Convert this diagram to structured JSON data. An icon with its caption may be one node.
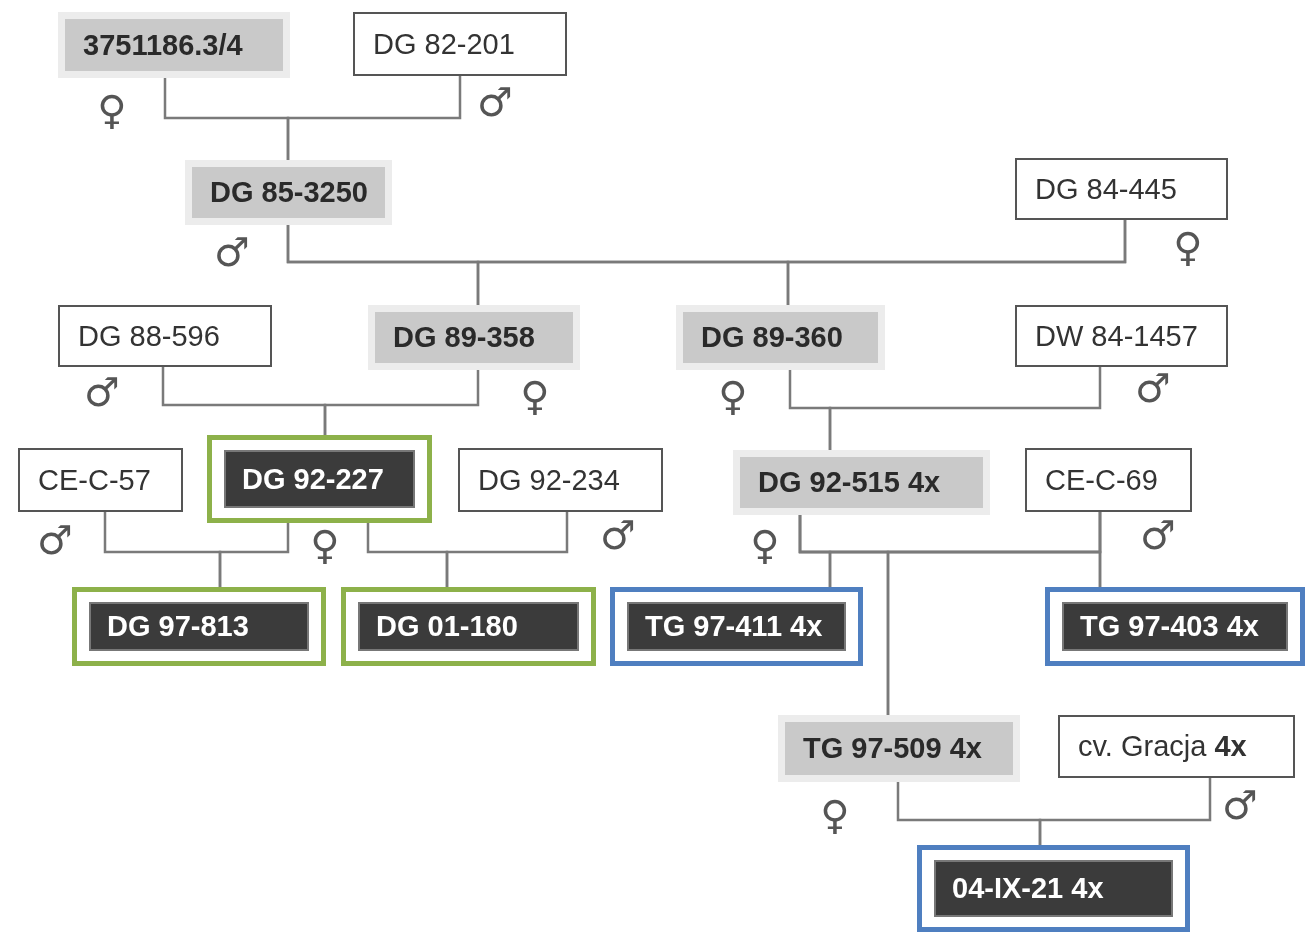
{
  "diagram": {
    "nodes": [
      {
        "text": [
          "3751186.3/4"
        ],
        "beside": [
          "♀"
        ]
      },
      {
        "text": [
          "DG 82-201"
        ],
        "beside": [
          "♂"
        ]
      },
      {
        "text": [
          "DG 85-3250"
        ],
        "beside": [
          "♂"
        ]
      },
      {
        "text": [
          "DG 84-445"
        ],
        "beside": [
          "♀"
        ]
      },
      {
        "text": [
          "DG 88-596"
        ],
        "beside": [
          "♂"
        ]
      },
      {
        "text": [
          "DG 89-358"
        ],
        "beside": [
          "♀"
        ]
      },
      {
        "text": [
          "DG 89-360"
        ],
        "beside": [
          "♀"
        ]
      },
      {
        "text": [
          "DW 84-1457"
        ],
        "beside": [
          "♂"
        ]
      },
      {
        "text": [
          "CE-C-57"
        ],
        "beside": [
          "♂"
        ]
      },
      {
        "text": [
          "DG 92-227"
        ],
        "beside": [
          "♀"
        ]
      },
      {
        "text": [
          "DG 92-234"
        ],
        "beside": [
          "♂"
        ]
      },
      {
        "text": [
          "DG 92-515 4x"
        ],
        "beside": [
          "♀"
        ]
      },
      {
        "text": [
          "CE-C-69"
        ],
        "beside": [
          "♂"
        ]
      },
      {
        "text": [
          "DG 97-813"
        ]
      },
      {
        "text": [
          "DG 01-180"
        ]
      },
      {
        "text": [
          "TG 97-411 4x"
        ]
      },
      {
        "text": [
          "TG 97-403 4x"
        ]
      },
      {
        "text": [
          "TG 97-509 4x"
        ],
        "beside": [
          "♀"
        ]
      },
      {
        "text": [
          "cv. Gracja **4x**"
        ],
        "beside": [
          "♂"
        ]
      },
      {
        "text": [
          "04-IX-21 4x"
        ]
      }
    ],
    "edges": [
      {
        "from": 0,
        "to": 2,
        "arrow": "none"
      },
      {
        "from": 1,
        "to": 2,
        "arrow": "none"
      },
      {
        "from": 2,
        "to": 5,
        "arrow": "none"
      },
      {
        "from": 3,
        "to": 5,
        "arrow": "none"
      },
      {
        "from": 2,
        "to": 6,
        "arrow": "none"
      },
      {
        "from": 3,
        "to": 6,
        "arrow": "none"
      },
      {
        "from": 4,
        "to": 9,
        "arrow": "none"
      },
      {
        "from": 5,
        "to": 9,
        "arrow": "none"
      },
      {
        "from": 6,
        "to": 11,
        "arrow": "none"
      },
      {
        "from": 7,
        "to": 11,
        "arrow": "none"
      },
      {
        "from": 8,
        "to": 13,
        "arrow": "none"
      },
      {
        "from": 9,
        "to": 13,
        "arrow": "none"
      },
      {
        "from": 9,
        "to": 14,
        "arrow": "none"
      },
      {
        "from": 10,
        "to": 14,
        "arrow": "none"
      },
      {
        "from": 11,
        "to": 15,
        "arrow": "none"
      },
      {
        "from": 12,
        "to": 15,
        "arrow": "none"
      },
      {
        "from": 11,
        "to": 16,
        "arrow": "none"
      },
      {
        "from": 12,
        "to": 16,
        "arrow": "none"
      },
      {
        "from": 11,
        "to": 17,
        "arrow": "none"
      },
      {
        "from": 12,
        "to": 17,
        "arrow": "none"
      },
      {
        "from": 17,
        "to": 19,
        "arrow": "none"
      },
      {
        "from": 18,
        "to": 19,
        "arrow": "none"
      }
    ]
  }
}
